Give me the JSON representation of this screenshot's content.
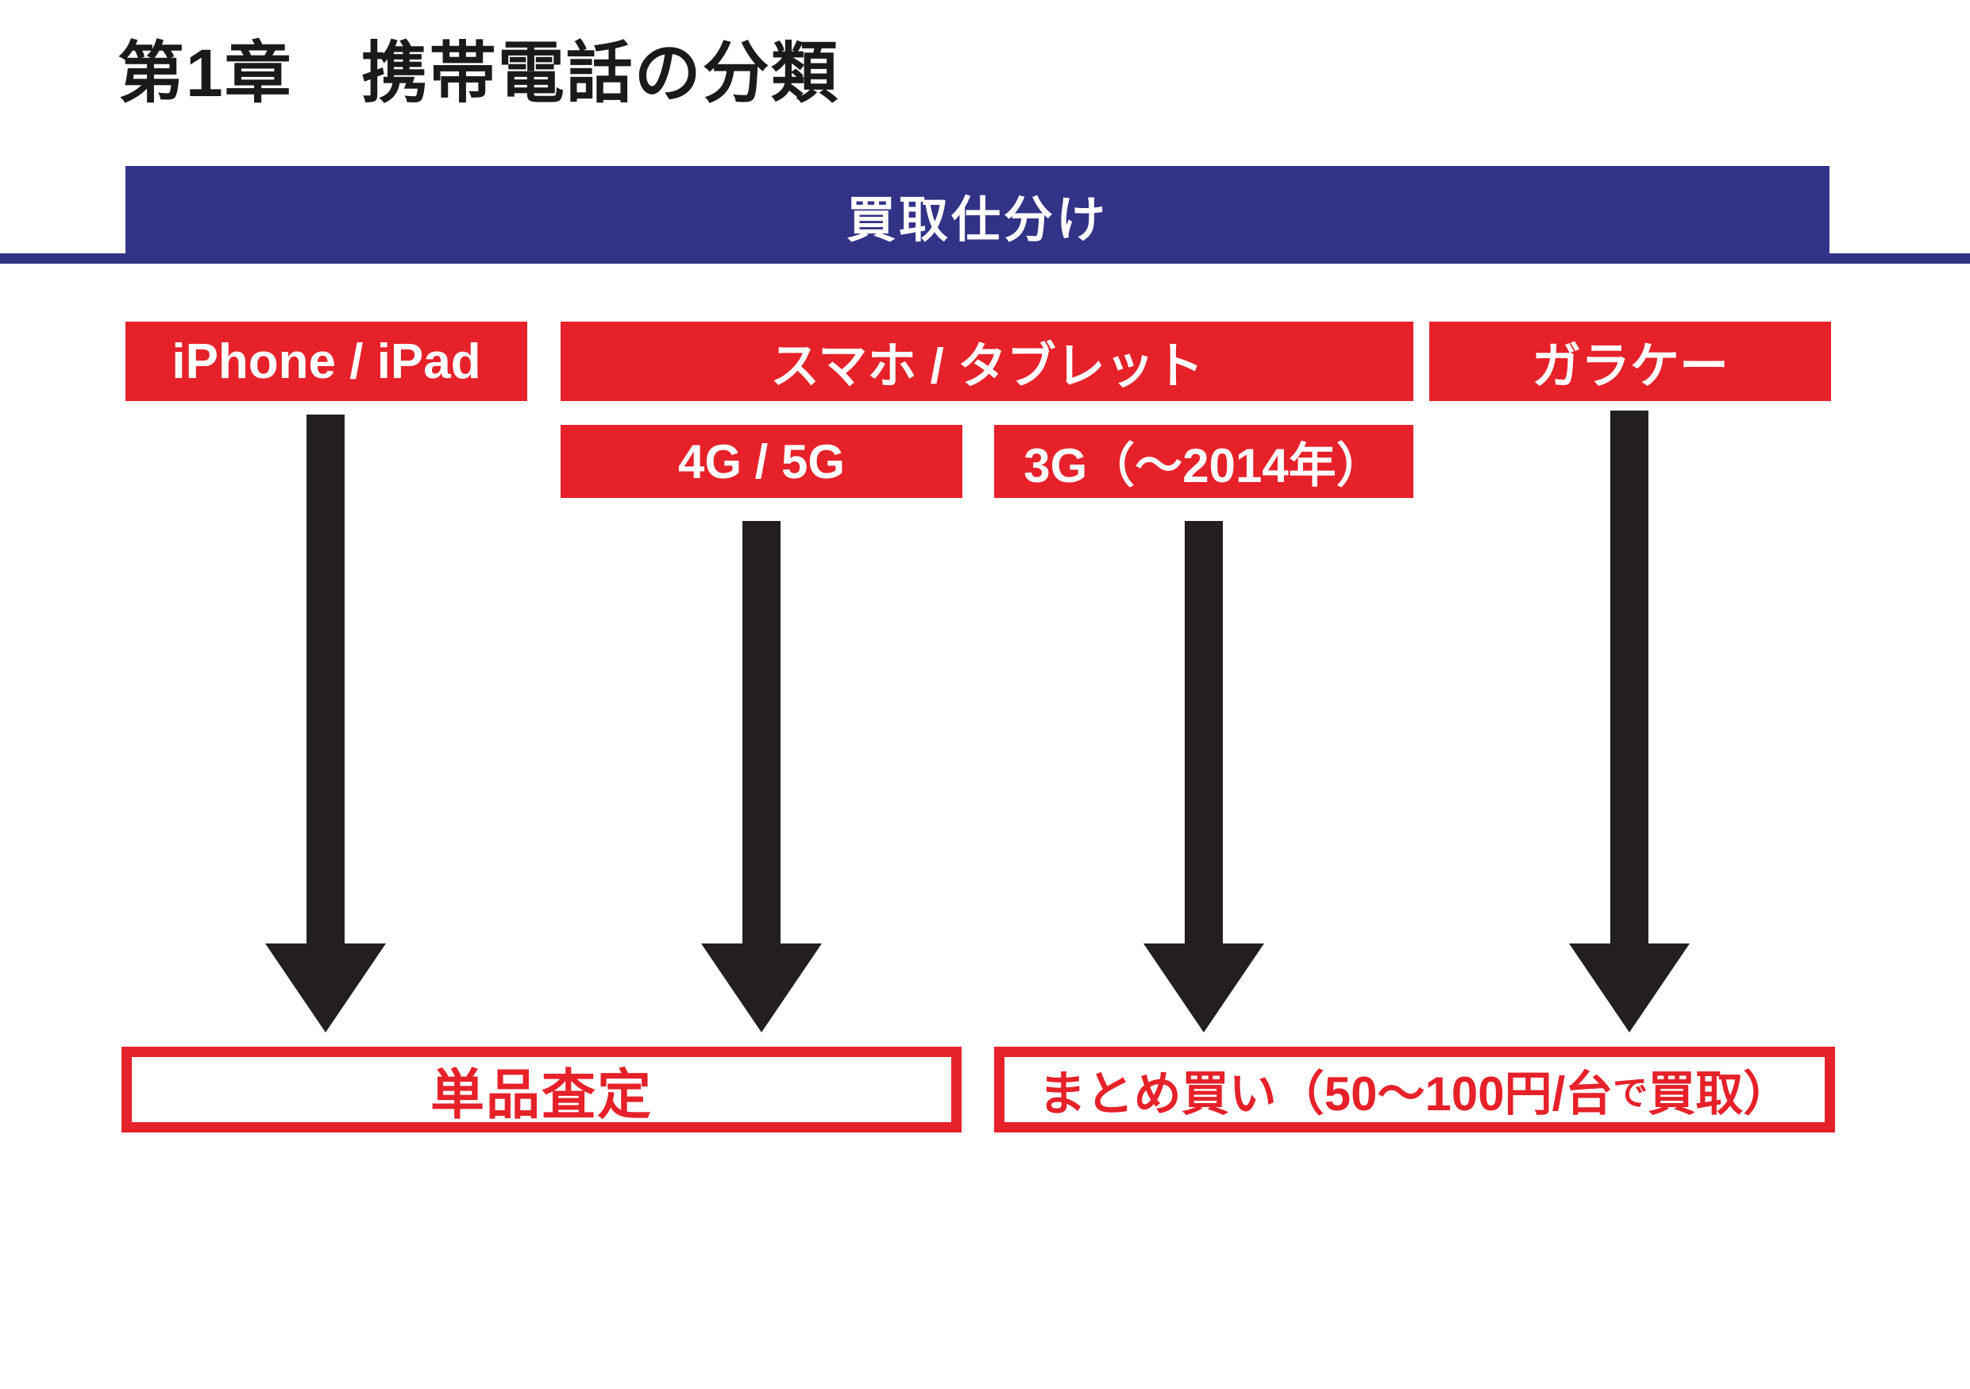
{
  "title": "第1章　携帯電話の分類",
  "banner": {
    "label": "買取仕分け"
  },
  "colors": {
    "accent_red": "#e62129",
    "accent_blue": "#323387",
    "arrow_black": "#231f20"
  },
  "categories": [
    {
      "label": "iPhone / iPad"
    },
    {
      "label": "スマホ / タブレット"
    },
    {
      "label": "ガラケー"
    }
  ],
  "subcategories": [
    {
      "label": "4G / 5G"
    },
    {
      "label": "3G（～2014年）"
    }
  ],
  "outcomes": {
    "single": {
      "label": "単品査定"
    },
    "bulk": {
      "prefix": "まとめ買い（50～100円/台",
      "small": "で",
      "suffix": "買取）"
    }
  }
}
